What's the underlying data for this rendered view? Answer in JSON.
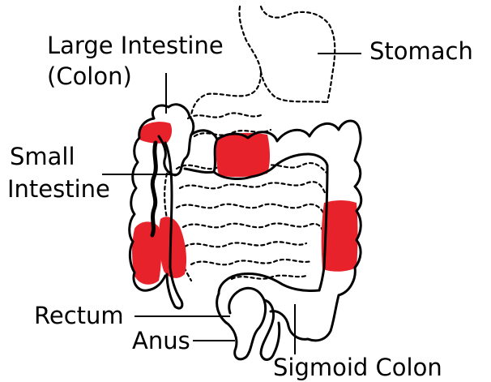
{
  "labels": {
    "large_intestine_line1": "Large Intestine",
    "large_intestine_line2": "(Colon)",
    "stomach": "Stomach",
    "small_intestine_line1": "Small",
    "small_intestine_line2": "Intestine",
    "rectum": "Rectum",
    "anus": "Anus",
    "sigmoid_colon": "Sigmoid Colon"
  },
  "colors": {
    "inflamed": "#e8222b",
    "outline": "#000000",
    "background": "#ffffff"
  }
}
